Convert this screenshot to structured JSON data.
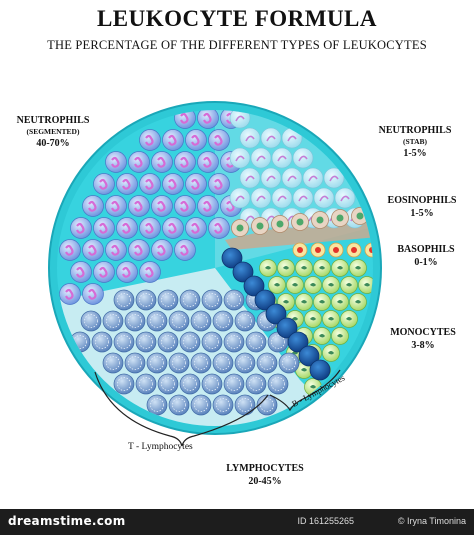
{
  "title": "LEUKOCYTE FORMULA",
  "subtitle": "THE PERCENTAGE OF THE DIFFERENT TYPES OF LEUKOCYTES",
  "labels": {
    "neutrophils_segmented": {
      "name": "NEUTROPHILS",
      "sub": "(SEGMENTED)",
      "pct": "40-70%"
    },
    "neutrophils_stab": {
      "name": "NEUTROPHILS",
      "sub": "(STAB)",
      "pct": "1-5%"
    },
    "eosinophils": {
      "name": "EOSINOPHILS",
      "pct": "1-5%"
    },
    "basophils": {
      "name": "BASOPHILS",
      "pct": "0-1%"
    },
    "monocytes": {
      "name": "MONOCYTES",
      "pct": "3-8%"
    },
    "lymphocytes": {
      "name": "LYMPHOCYTES",
      "pct": "20-45%"
    },
    "t_lymphocytes": "T - Lymphocytes",
    "b_lymphocytes": "B - Lymphocytes"
  },
  "colors": {
    "circle_outer": "#2ec9d6",
    "neutrophil_cell": "#7fa6ea",
    "nucleus": "#d66bd6",
    "eosinophil_zone": "#c9a990",
    "monocyte_cell": "#c9ef9a",
    "lymph_cell": "#1e62b3",
    "t_lymph_cell": "#6b90c6"
  },
  "footer": {
    "logo": "dreamstime.com",
    "id": "ID 161255265",
    "author": "© Iryna Timonina"
  }
}
